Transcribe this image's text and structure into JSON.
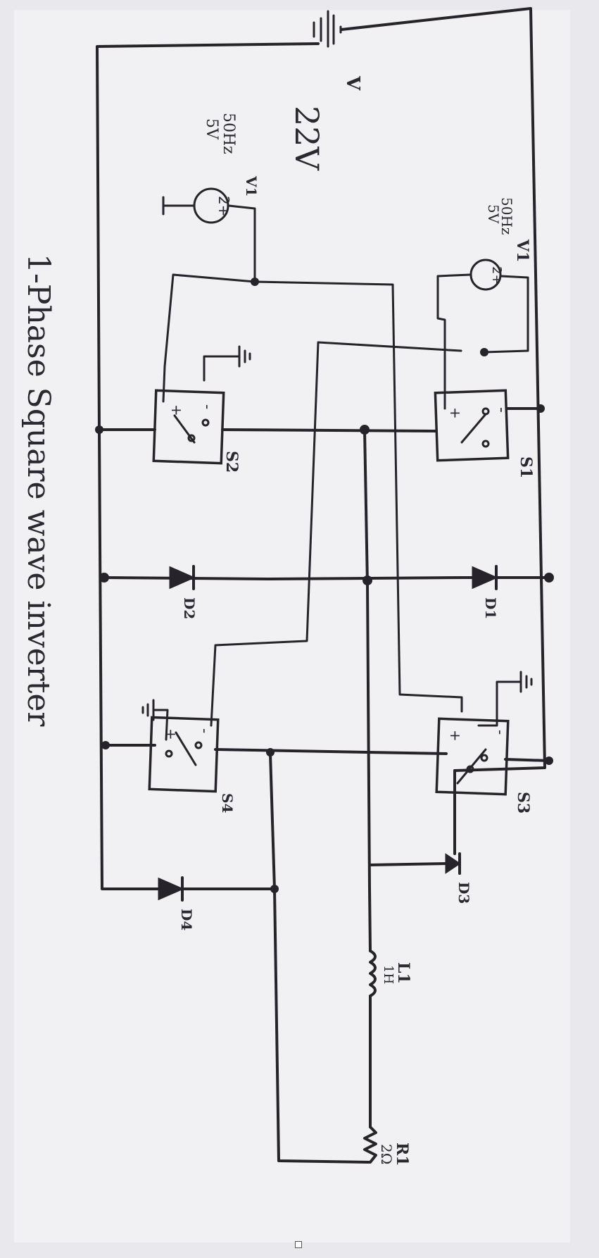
{
  "title": "1-Phase Square wave inverter",
  "supply": {
    "name": "V",
    "value": "22V"
  },
  "sources": [
    {
      "id": "V1",
      "name": "V1",
      "freq": "50Hz",
      "amp": "5V",
      "symbol": "2+"
    },
    {
      "id": "V2",
      "name": "V1",
      "freq": "50Hz",
      "amp": "5V",
      "symbol": "2+"
    }
  ],
  "switches": [
    {
      "id": "S1",
      "label": "S1"
    },
    {
      "id": "S2",
      "label": "S2"
    },
    {
      "id": "S3",
      "label": "S3"
    },
    {
      "id": "S4",
      "label": "S4"
    }
  ],
  "diodes": [
    {
      "id": "D1",
      "label": "D1"
    },
    {
      "id": "D2",
      "label": "D2"
    },
    {
      "id": "D3",
      "label": "D3"
    },
    {
      "id": "D4",
      "label": "D4"
    }
  ],
  "inductor": {
    "name": "L1",
    "value": "1H"
  },
  "resistor": {
    "name": "R1",
    "value": "2Ω"
  },
  "pin_signs": {
    "plus": "+",
    "minus": "-"
  }
}
